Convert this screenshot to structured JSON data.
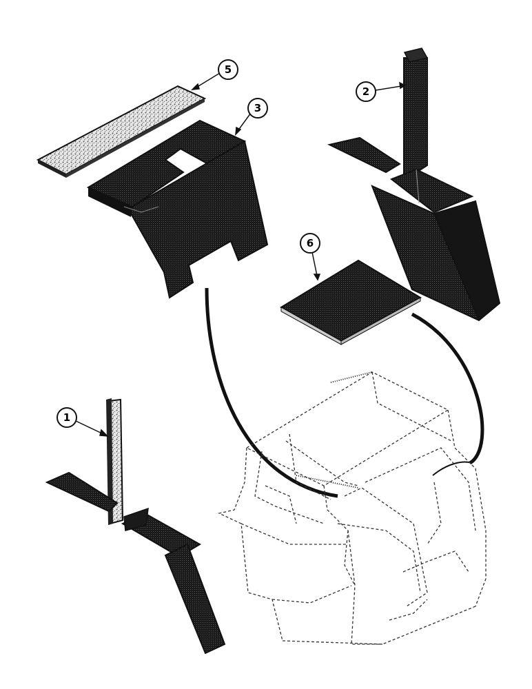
{
  "diagram": {
    "type": "exploded-parts-view",
    "colors": {
      "ink": "#111111",
      "paper": "#ffffff",
      "part_fill": "#1c1c1c",
      "foam_fill": "#e6e6e6"
    },
    "callouts": [
      {
        "id": "c1",
        "label": "1"
      },
      {
        "id": "c2",
        "label": "2"
      },
      {
        "id": "c3",
        "label": "3"
      },
      {
        "id": "c5",
        "label": "5"
      },
      {
        "id": "c6",
        "label": "6"
      }
    ]
  }
}
